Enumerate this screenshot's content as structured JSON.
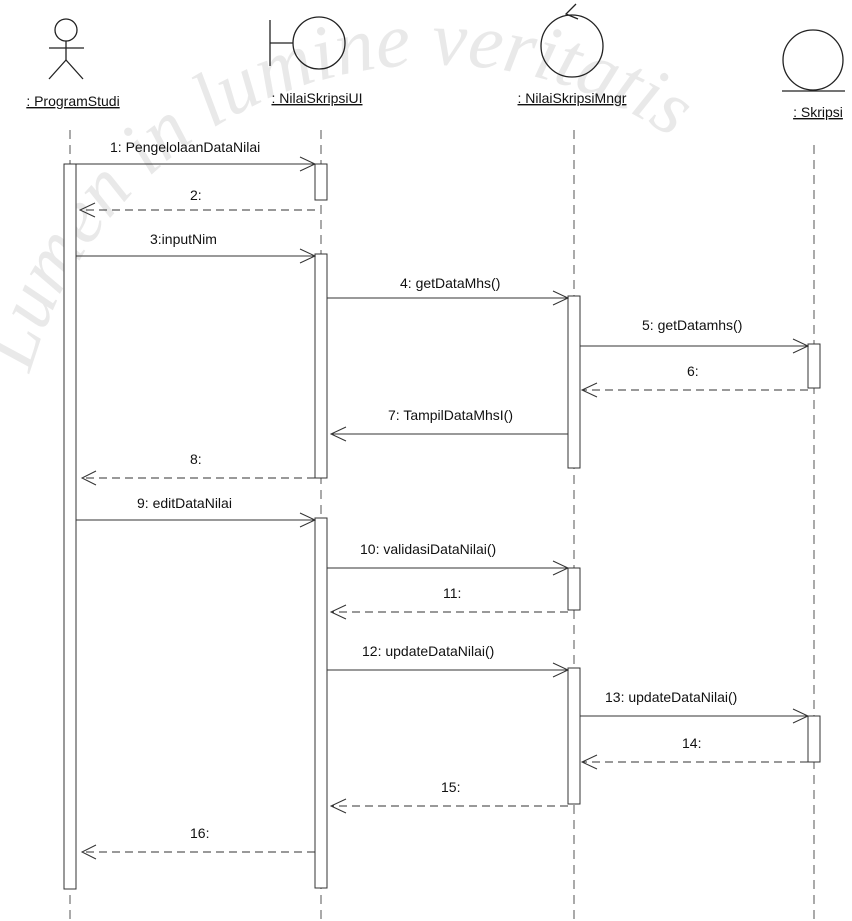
{
  "watermark": "Lumen in lumine veritatis",
  "participants": [
    {
      "name": ": ProgramStudi",
      "kind": "actor"
    },
    {
      "name": ": NilaiSkripsiUI",
      "kind": "boundary"
    },
    {
      "name": ": NilaiSkripsiMngr",
      "kind": "control"
    },
    {
      "name": ": Skripsi",
      "kind": "entity"
    }
  ],
  "messages": [
    {
      "label": "1: PengelolaanDataNilai",
      "from": 0,
      "to": 1,
      "type": "call"
    },
    {
      "label": "2:",
      "from": 1,
      "to": 0,
      "type": "return"
    },
    {
      "label": "3:inputNim",
      "from": 0,
      "to": 1,
      "type": "call"
    },
    {
      "label": "4: getDataMhs()",
      "from": 1,
      "to": 2,
      "type": "call"
    },
    {
      "label": "5: getDatamhs()",
      "from": 2,
      "to": 3,
      "type": "call"
    },
    {
      "label": "6:",
      "from": 3,
      "to": 2,
      "type": "return"
    },
    {
      "label": "7: TampilDataMhsI()",
      "from": 2,
      "to": 1,
      "type": "return"
    },
    {
      "label": "8:",
      "from": 1,
      "to": 0,
      "type": "return"
    },
    {
      "label": "9: editDataNilai",
      "from": 0,
      "to": 1,
      "type": "call"
    },
    {
      "label": "10: validasiDataNilai()",
      "from": 1,
      "to": 2,
      "type": "call"
    },
    {
      "label": "11:",
      "from": 2,
      "to": 1,
      "type": "return"
    },
    {
      "label": "12: updateDataNilai()",
      "from": 1,
      "to": 2,
      "type": "call"
    },
    {
      "label": "13: updateDataNilai()",
      "from": 2,
      "to": 3,
      "type": "call"
    },
    {
      "label": "14:",
      "from": 3,
      "to": 2,
      "type": "return"
    },
    {
      "label": "15:",
      "from": 2,
      "to": 1,
      "type": "return"
    },
    {
      "label": "16:",
      "from": 1,
      "to": 0,
      "type": "return"
    }
  ]
}
